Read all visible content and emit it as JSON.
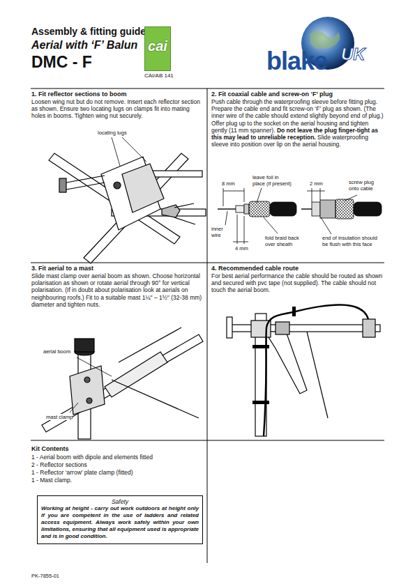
{
  "diagram": {
    "title": "Assembly & fitting guide",
    "nodes": [
      {
        "text": [
          "cai"
        ]
      },
      {
        "text": [
          "Safety",
          "Working at height - carry out work outdoors at height only if you are competent in the use of ladders and related access equipment. Always work safely within your own limitations, ensuring that all equipment used is appropriate and is in good condition."
        ]
      }
    ],
    "labels": [
      "Aerial with ‘F’ Balun",
      "DMC - F",
      "CAI/AB 141",
      "blake",
      "UK",
      "1. Fit reflector sections to boom",
      "Loosen wing nut but do not remove. Insert each reflector section as shown. Ensure two locating lugs on clamps fit into mating holes in booms. Tighten wing nut securely.",
      "locating lugs",
      "2. Fit coaxial cable and screw-on ‘F’ plug",
      "Push cable through the waterproofing sleeve before fitting plug. Prepare the cable end and fit screw-on ‘F’ plug as shown. (The inner wire of the cable should extend slightly beyond end of plug.) Offer plug up to the socket on the aerial housing and tighten gently (11 mm spanner).",
      "Do not leave the plug finger-tight as this may lead to unreliable reception.",
      "Slide waterproofing sleeve into position over lip on the aerial housing.",
      "8 mm",
      "leave foil in place (if present)",
      "2 mm",
      "screw plug onto cable",
      "inner wire",
      "fold braid back over sheath",
      "4 mm",
      "end of insulation should be flush with this face",
      "3. Fit aerial to a mast",
      "Slide mast clamp over aerial boom as shown. Choose horizontal polarisation as shown or rotate aerial through 90° for vertical polarisation. (If in doubt about polarisation look at aerials on neighbouring roofs.) Fit to a suitable mast 1¼\" – 1½\" (32-38 mm) diameter and tighten nuts.",
      "aerial boom",
      "mast clamp",
      "4. Recommended cable route",
      "For best aerial performance the cable should be routed as shown and secured with pvc tape (not supplied). The cable should not touch the aerial boom.",
      "Kit Contents",
      "1 - Aerial boom with dipole and elements fitted",
      "2 - Reflector sections",
      "1 - Reflector ‘arrow’ plate clamp (fitted)",
      "1 - Mast clamp.",
      "PK-7855-01"
    ]
  }
}
